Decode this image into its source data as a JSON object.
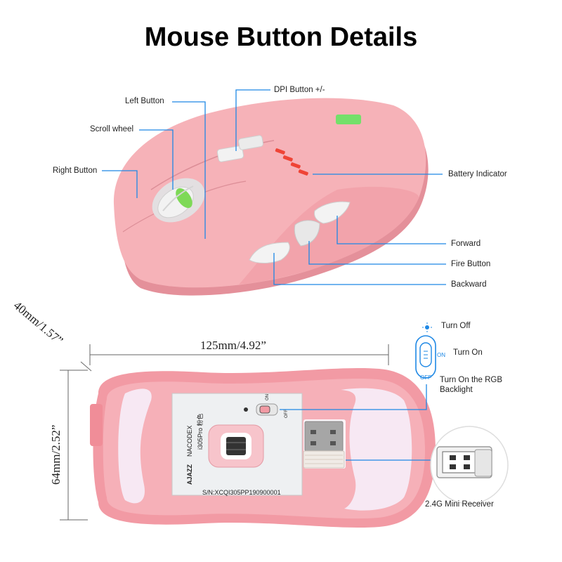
{
  "title": "Mouse Button Details",
  "callouts": {
    "left_button": "Left Button",
    "scroll_wheel": "Scroll wheel",
    "right_button": "Right Button",
    "dpi_button": "DPI  Button +/-",
    "battery": "Battery  Indicator",
    "forward": "Forward",
    "fire": "Fire Button",
    "backward": "Backward"
  },
  "switch": {
    "turn_off": "Turn Off",
    "turn_on": "Turn On",
    "rgb": "Turn On the RGB Backlight",
    "on_mark": "ON",
    "off_mark": "OFF"
  },
  "dimensions": {
    "height": "40mm/1.57”",
    "length": "125mm/4.92”",
    "width": "64mm/2.52”"
  },
  "label_plate": {
    "brand_a": "AJAZZ",
    "brand_b": "NACODEX",
    "model": "i305Pro 粉色",
    "serial": "S/N:XCQI305PP190900001",
    "switch_on": "ON",
    "switch_off": "OFF"
  },
  "receiver": "2.4G Mini Receiver",
  "colors": {
    "callout_line": "#1e88e5",
    "mouse_body": "#f4a7ae",
    "mouse_shadow": "#e48b95",
    "switch_blue": "#1e88e5"
  }
}
